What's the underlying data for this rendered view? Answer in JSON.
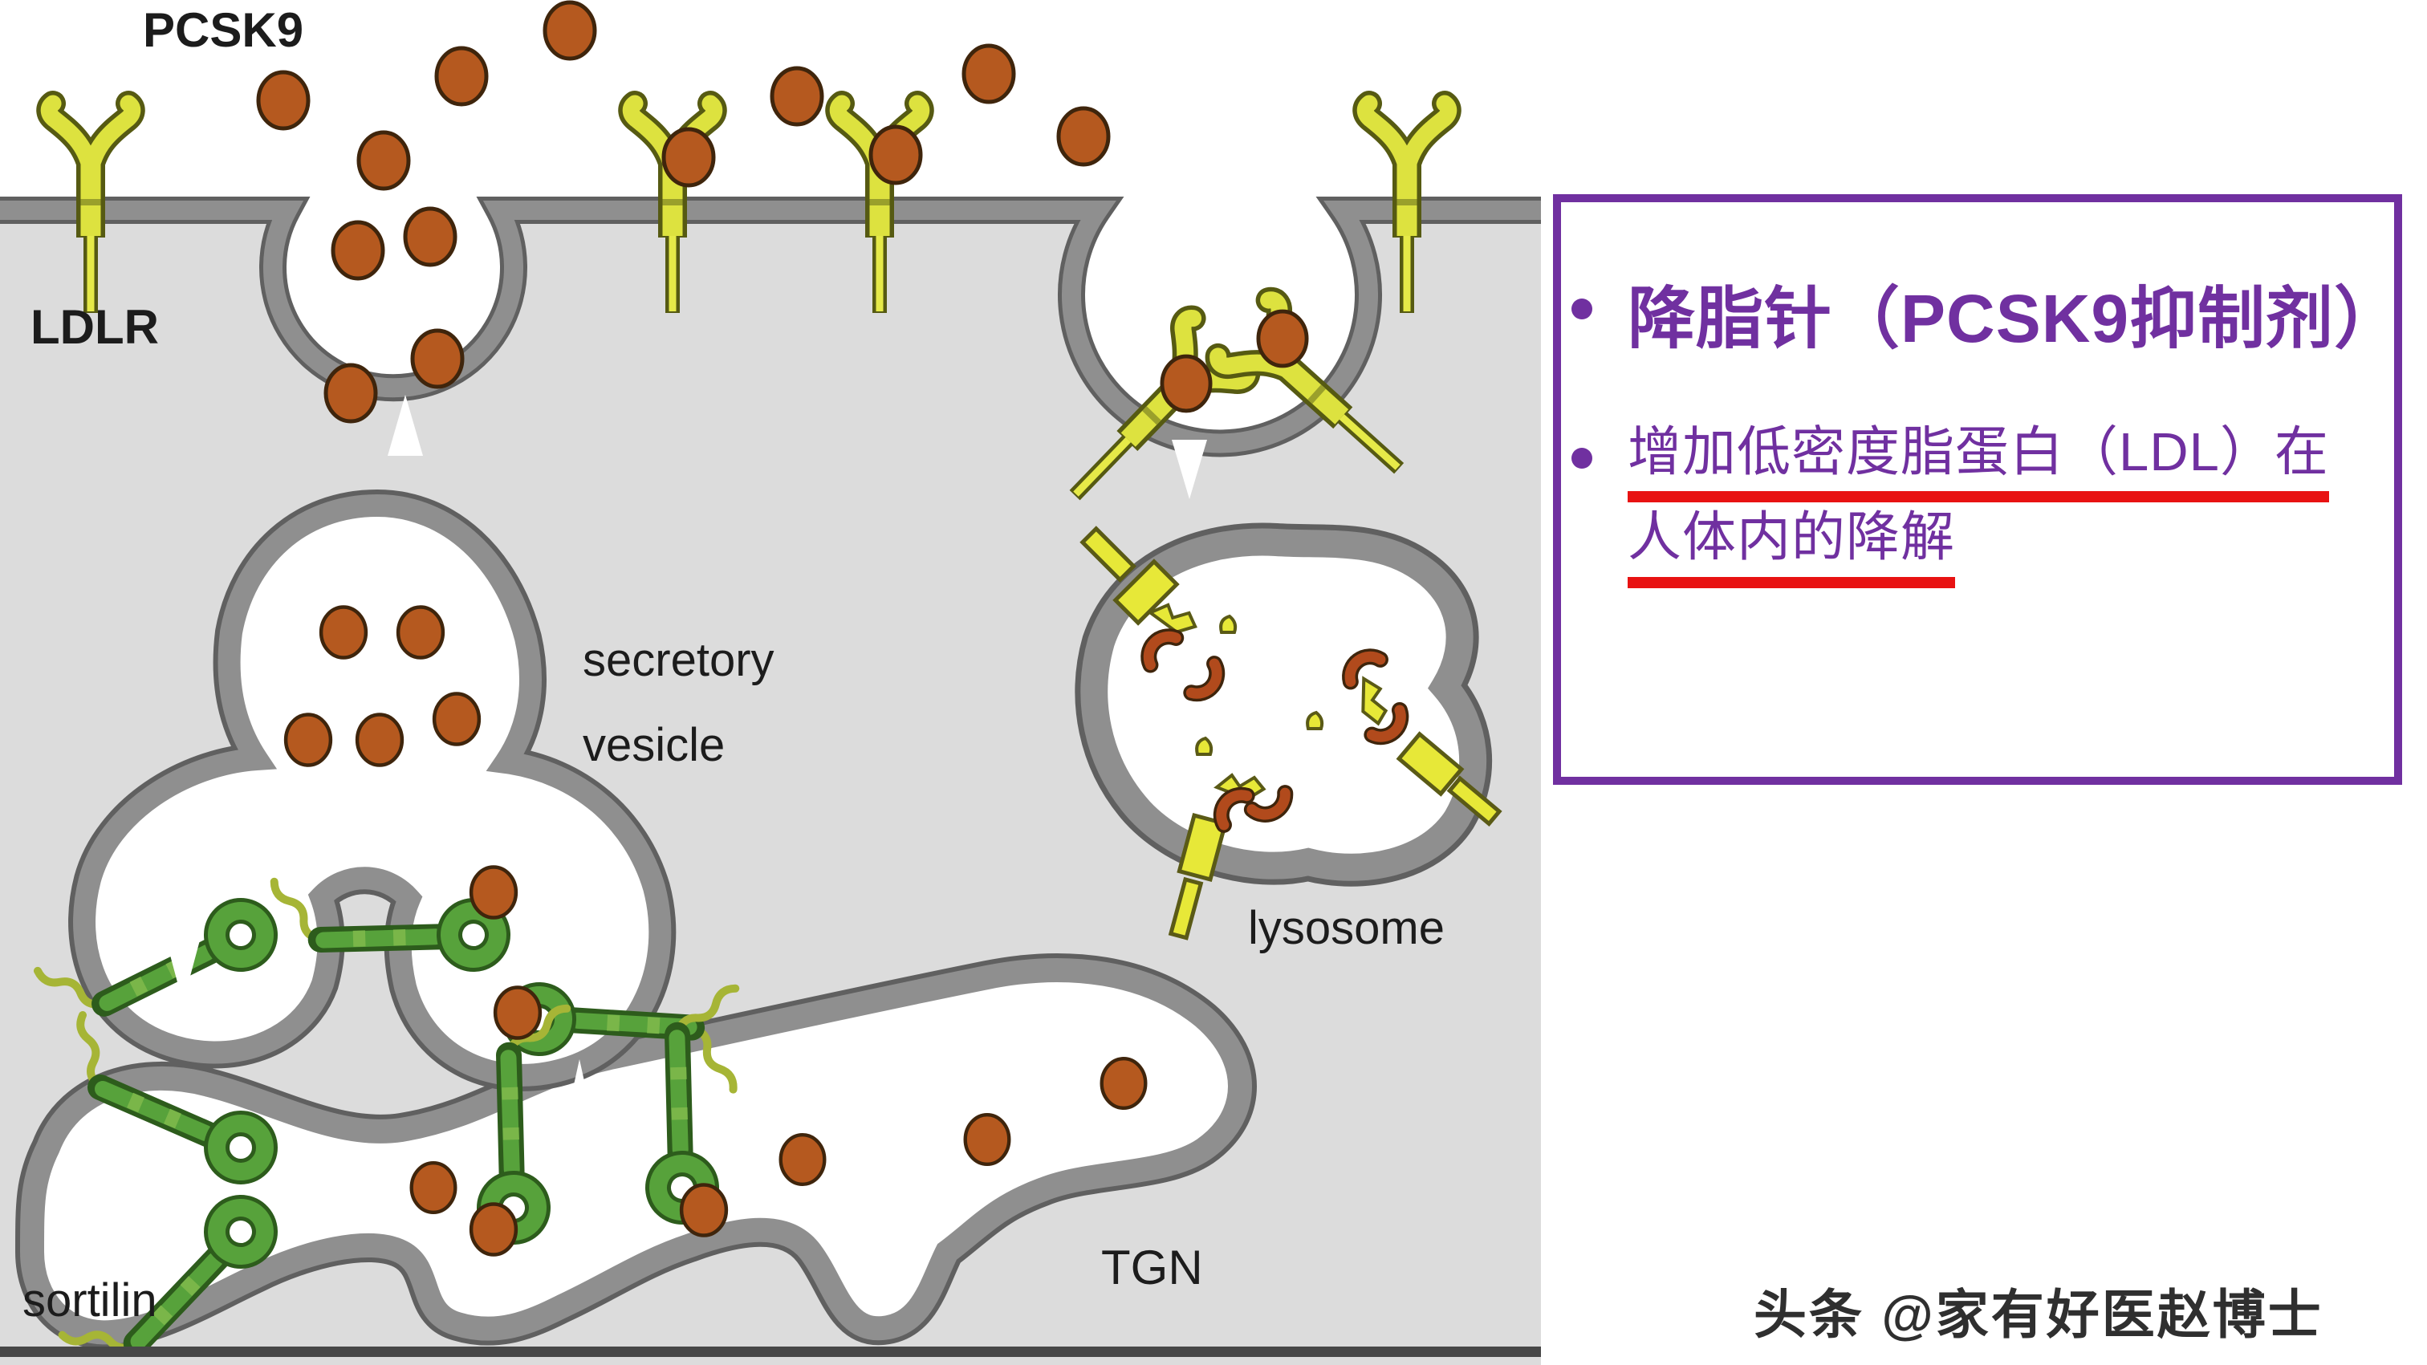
{
  "diagram": {
    "labels": {
      "pcsk9": "PCSK9",
      "ldlr": "LDLR",
      "secretory_line1": "secretory",
      "secretory_line2": "vesicle",
      "lysosome": "lysosome",
      "sortilin": "sortilin",
      "tgn": "TGN"
    }
  },
  "notes": {
    "bullet1": "降脂针（PCSK9抑制剂）",
    "bullet2_line1": "增加低密度脂蛋白（LDL）在",
    "bullet2_line2": "人体内的降解"
  },
  "watermark": {
    "text": "头条 @家有好医赵博士"
  },
  "colors": {
    "accent_purple": "#7030a0",
    "underline_red": "#e81212",
    "pcsk9_brown": "#b5591f",
    "ldlr_yellow": "#dde23f",
    "sortilin_green": "#57a23b",
    "membrane_gray": "#8a8a8a",
    "cytoplasm_gray": "#dcdcdc"
  }
}
